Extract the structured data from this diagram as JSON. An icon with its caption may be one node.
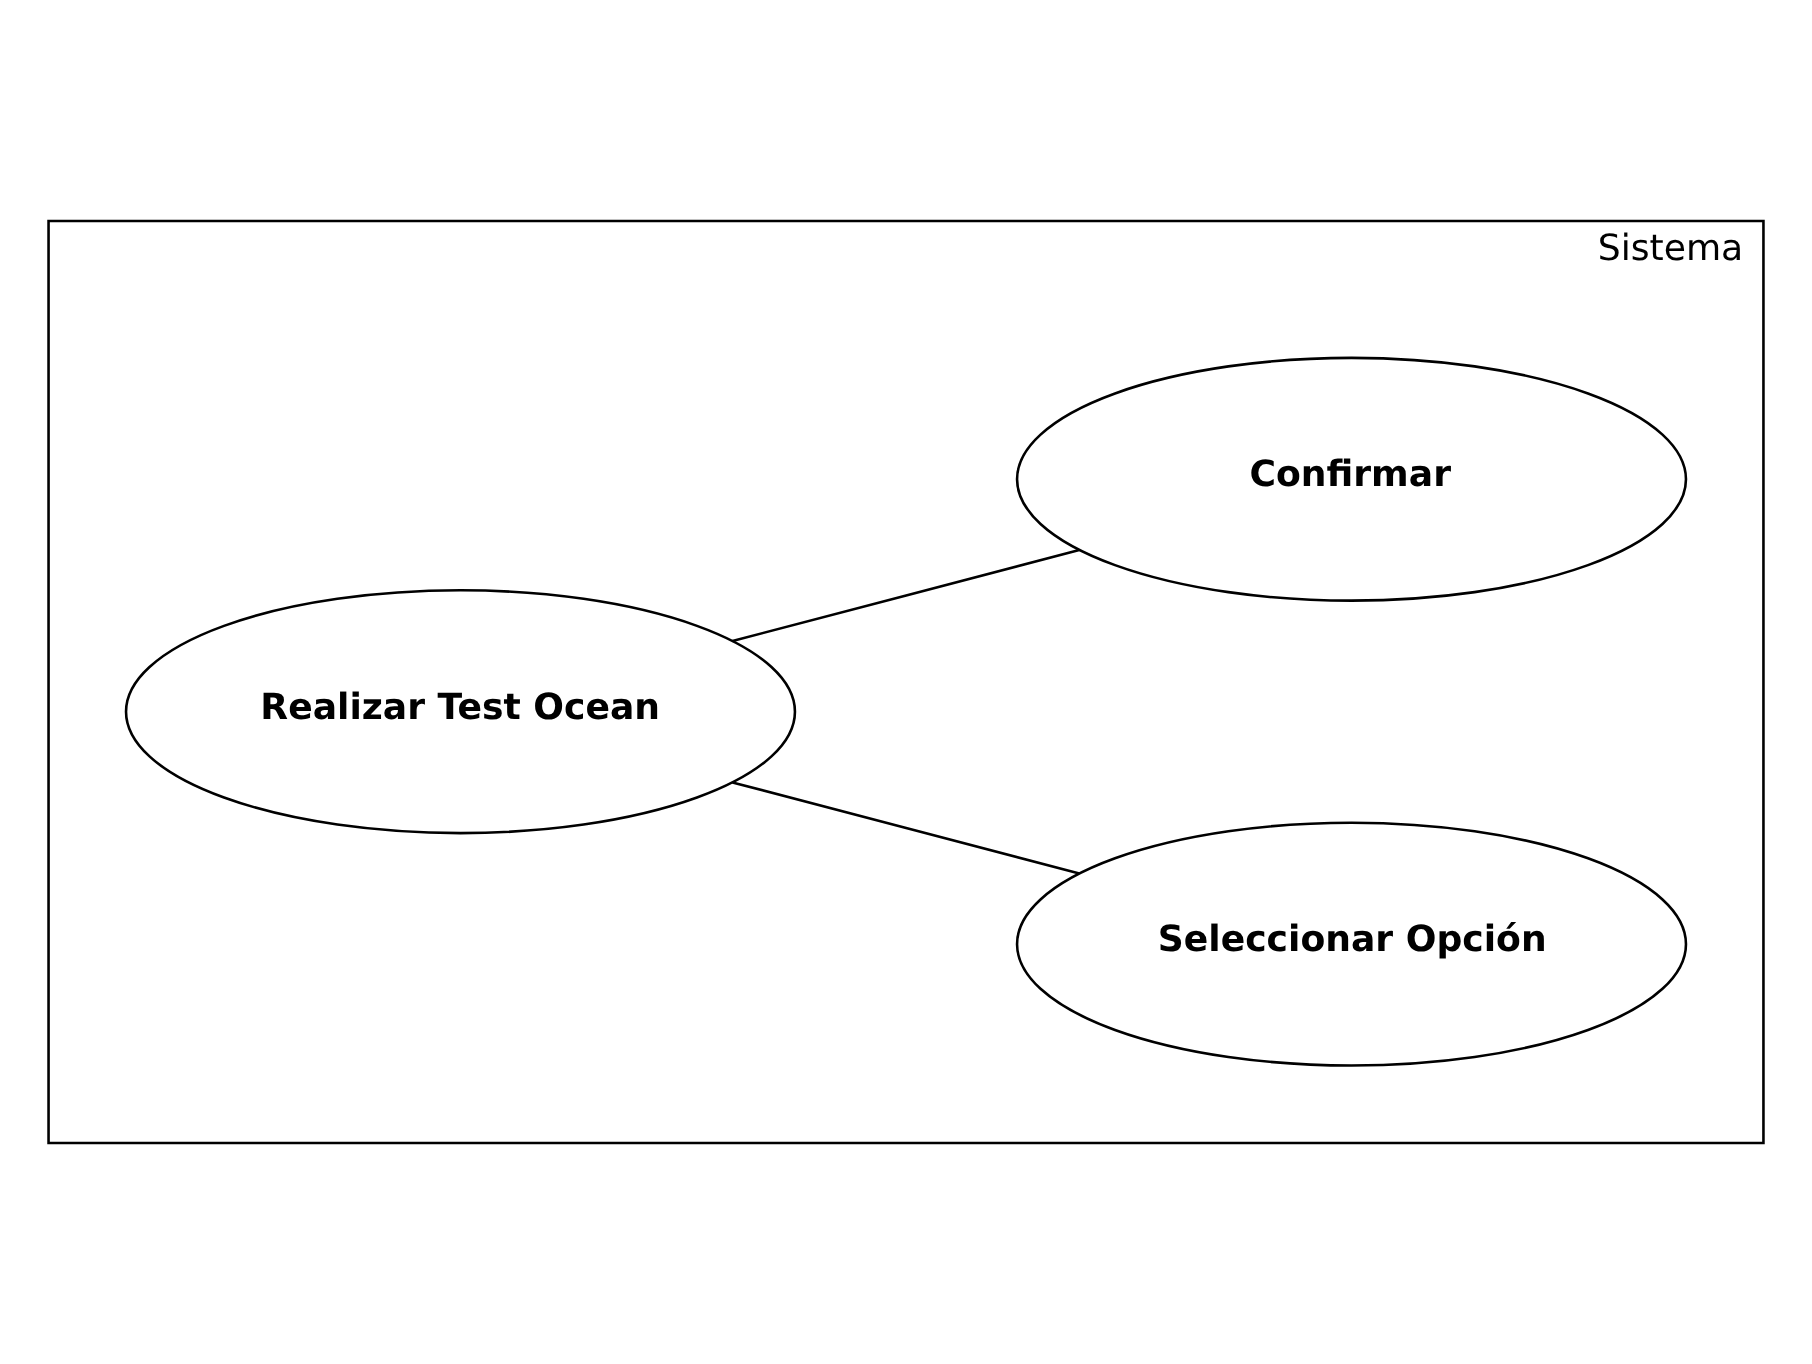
{
  "diagram": {
    "nodes": [
      {
        "text": [
          "Sistema"
        ]
      },
      {
        "text": [
          "Realizar Test Ocean"
        ],
        "in": 0
      },
      {
        "text": [
          "Seleccionar Opción"
        ],
        "in": 0
      },
      {
        "text": [
          "Confirmar"
        ],
        "in": 0
      }
    ],
    "edges": [
      {
        "from": 1,
        "to": 2,
        "arrow": "none"
      },
      {
        "from": 1,
        "to": 3,
        "arrow": "none"
      }
    ]
  }
}
